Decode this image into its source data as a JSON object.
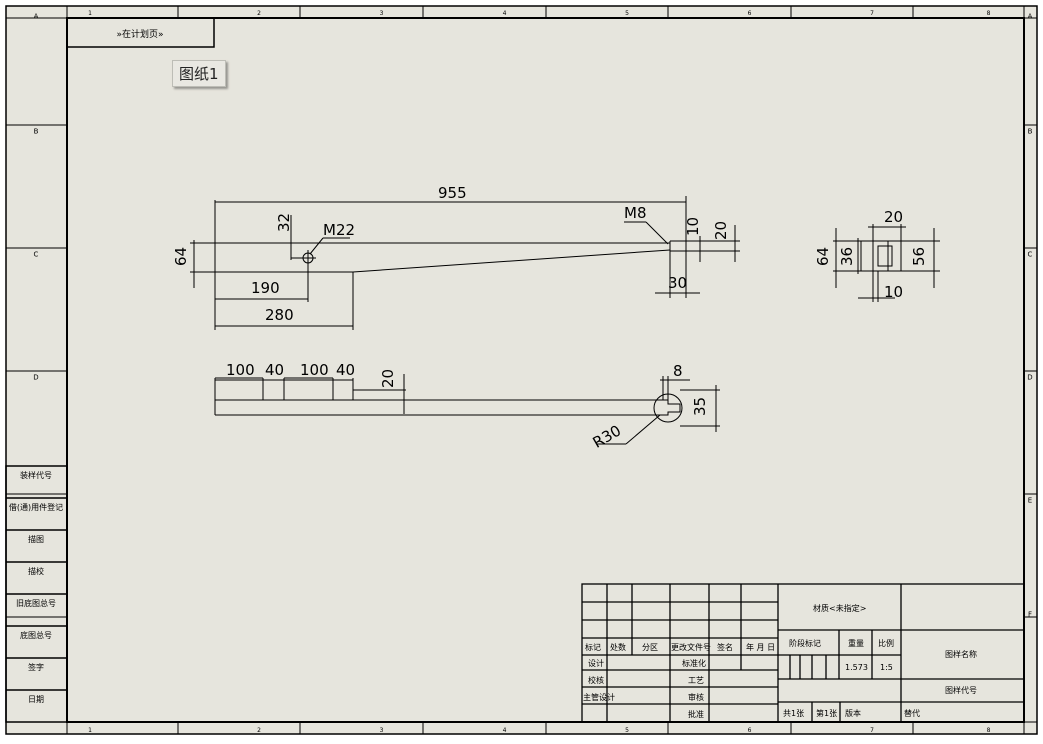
{
  "sheet": {
    "tab_label": "图纸1",
    "top_left_label": "»在计划页»",
    "columns": [
      "1",
      "2",
      "3",
      "4",
      "5",
      "6",
      "7",
      "8"
    ],
    "rows": [
      "A",
      "B",
      "C",
      "D",
      "E",
      "F"
    ]
  },
  "dimensions": {
    "front": [
      "955",
      "32",
      "M22",
      "M8",
      "10",
      "20",
      "64",
      "190",
      "280",
      "30"
    ],
    "side": [
      "20",
      "64",
      "36",
      "56",
      "10"
    ],
    "bottom": [
      "100",
      "40",
      "100",
      "40",
      "20",
      "8",
      "35",
      "R30"
    ]
  },
  "side_table": [
    "装样代号",
    "借(通)用件登记",
    "描图",
    "描校",
    "旧底图总号",
    "底图总号",
    "签字",
    "日期"
  ],
  "title_block": {
    "material": "材质<未指定>",
    "header_cells": [
      "标记",
      "处数",
      "分区",
      "更改文件号",
      "签名",
      "年 月 日"
    ],
    "left_rows": [
      "设计",
      "校核",
      "主管设计"
    ],
    "mid_rows": [
      "标准化",
      "工艺",
      "审核",
      "批准"
    ],
    "stage_label": "阶段标记",
    "weight_label": "重量",
    "scale_label": "比例",
    "weight_value": "1.573",
    "scale_value": "1:5",
    "drawing_name": "图样名称",
    "drawing_number": "图样代号",
    "sheet_total": "共1张",
    "sheet_index": "第1张",
    "version": "版本",
    "replace": "替代"
  }
}
